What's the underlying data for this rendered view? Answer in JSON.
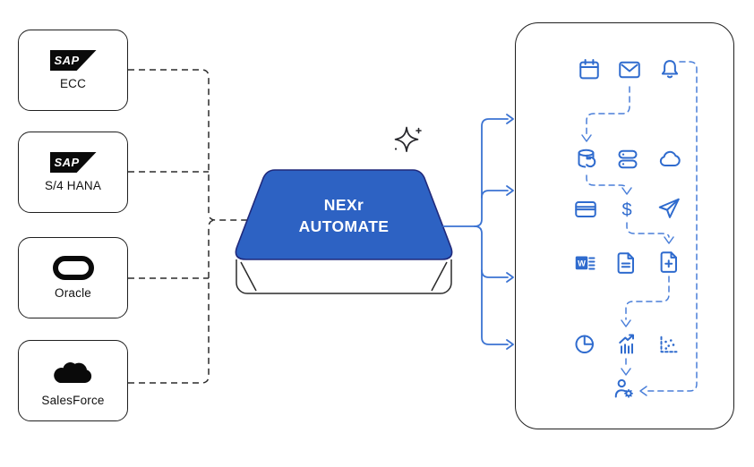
{
  "colors": {
    "hub_fill": "#2d62c3",
    "hub_border": "#20297b",
    "hub_text": "#ffffff",
    "icon_blue": "#2f6bce",
    "flow_dashed_blue": "#4a7fd9",
    "branch_blue": "#3b73d2",
    "outline_dark": "#1f1f1f"
  },
  "logos": {
    "sap_text": "SAP",
    "word_letter": "W"
  },
  "glyphs": {
    "dollar": "$"
  },
  "sources": [
    {
      "label": "ECC",
      "logo": "sap-logo"
    },
    {
      "label": "S/4 HANA",
      "logo": "sap-logo"
    },
    {
      "label": "Oracle",
      "logo": "oracle-logo"
    },
    {
      "label": "SalesForce",
      "logo": "salesforce-logo"
    }
  ],
  "hub": {
    "line1": "NEXr",
    "line2": "AUTOMATE",
    "decoration": "sparkle-icon"
  },
  "destinations": {
    "grid": [
      [
        "calendar-icon",
        "mail-icon",
        "bell-icon"
      ],
      [
        "database-sync-icon",
        "server-icon",
        "cloud-icon"
      ],
      [
        "credit-card-icon",
        "dollar-icon",
        "send-icon"
      ],
      [
        "word-doc-icon",
        "file-text-icon",
        "file-add-icon"
      ],
      [
        "pie-chart-icon",
        "chart-growth-icon",
        "scatter-plot-icon"
      ]
    ],
    "final_icon": "user-gear-icon"
  },
  "flow_connections": [
    {
      "from": "mail-icon",
      "to": "database-sync-icon"
    },
    {
      "from": "database-sync-icon",
      "to": "dollar-icon"
    },
    {
      "from": "dollar-icon",
      "to": "file-add-icon"
    },
    {
      "from": "file-add-icon",
      "to": "chart-growth-icon"
    },
    {
      "from": "chart-growth-icon",
      "to": "user-gear-icon"
    },
    {
      "from": "bell-icon",
      "to": "user-gear-icon"
    }
  ]
}
